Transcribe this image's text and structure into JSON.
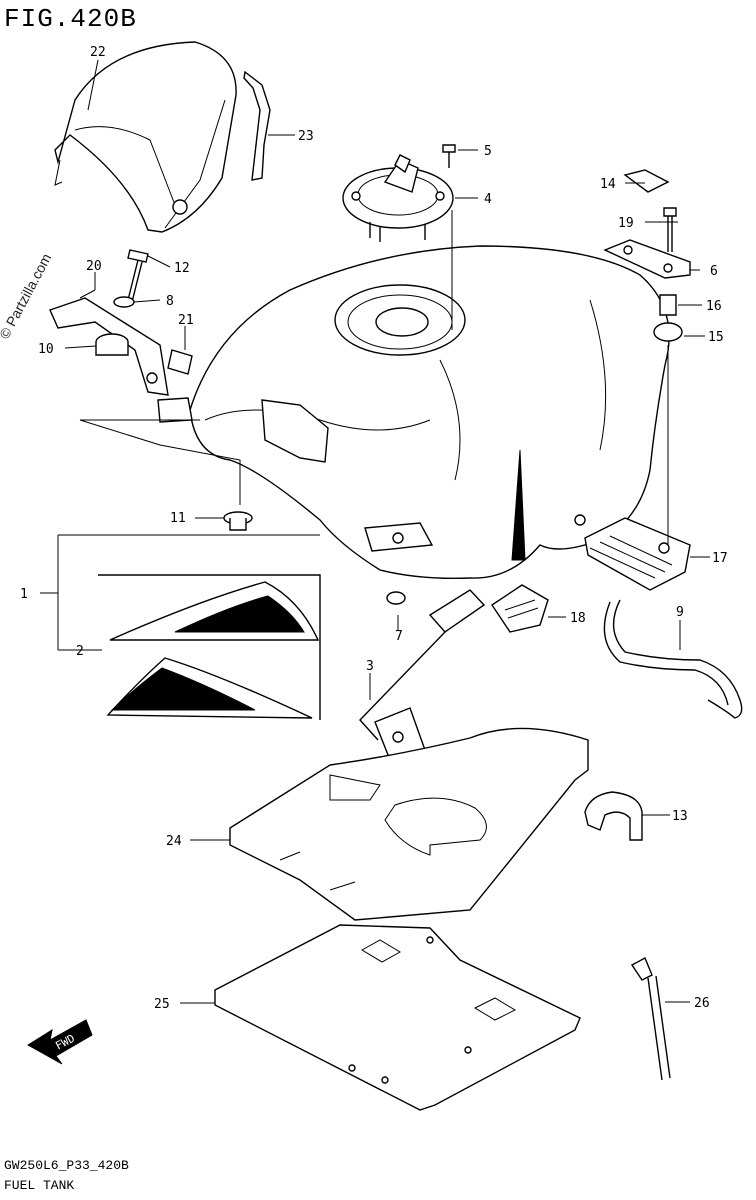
{
  "figure": {
    "title": "FIG.420B",
    "footer_code": "GW250L6_P33_420B",
    "footer_name": "FUEL TANK",
    "watermark": "© Partzilla.com",
    "fwd_label": "FWD"
  },
  "callouts": [
    {
      "id": "1",
      "label": "1"
    },
    {
      "id": "2",
      "label": "2"
    },
    {
      "id": "3",
      "label": "3"
    },
    {
      "id": "4",
      "label": "4"
    },
    {
      "id": "5",
      "label": "5"
    },
    {
      "id": "6",
      "label": "6"
    },
    {
      "id": "7",
      "label": "7"
    },
    {
      "id": "8",
      "label": "8"
    },
    {
      "id": "9",
      "label": "9"
    },
    {
      "id": "10",
      "label": "10"
    },
    {
      "id": "11",
      "label": "11"
    },
    {
      "id": "12",
      "label": "12"
    },
    {
      "id": "13",
      "label": "13"
    },
    {
      "id": "14",
      "label": "14"
    },
    {
      "id": "15",
      "label": "15"
    },
    {
      "id": "16",
      "label": "16"
    },
    {
      "id": "17",
      "label": "17"
    },
    {
      "id": "18",
      "label": "18"
    },
    {
      "id": "19",
      "label": "19"
    },
    {
      "id": "20",
      "label": "20"
    },
    {
      "id": "21",
      "label": "21"
    },
    {
      "id": "22",
      "label": "22"
    },
    {
      "id": "23",
      "label": "23"
    },
    {
      "id": "24",
      "label": "24"
    },
    {
      "id": "25",
      "label": "25"
    },
    {
      "id": "26",
      "label": "26"
    }
  ]
}
